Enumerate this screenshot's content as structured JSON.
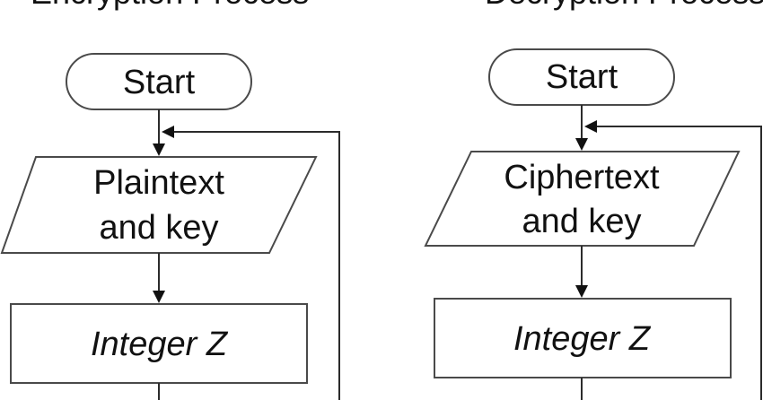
{
  "titles": {
    "encryption": "Encryption Process",
    "decryption": "Decryption Process"
  },
  "encryption_flow": {
    "start": "Start",
    "input_line1": "Plaintext",
    "input_line2": "and key",
    "process": "Integer Z"
  },
  "decryption_flow": {
    "start": "Start",
    "input_line1": "Ciphertext",
    "input_line2": "and key",
    "process": "Integer Z"
  }
}
